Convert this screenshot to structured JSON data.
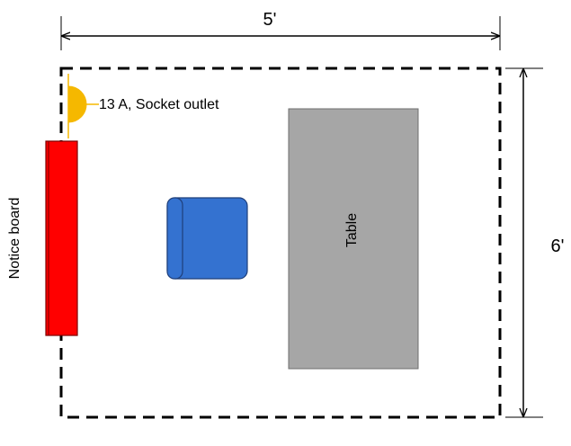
{
  "dimensions": {
    "width_label": "5'",
    "height_label": "6'"
  },
  "labels": {
    "socket": "13 A, Socket outlet",
    "notice_board": "Notice board",
    "table": "Table"
  },
  "colors": {
    "notice_board": "#ff0000",
    "chair": "#3472d0",
    "table": "#a6a6a6",
    "socket": "#f5b800",
    "line": "#000000"
  }
}
